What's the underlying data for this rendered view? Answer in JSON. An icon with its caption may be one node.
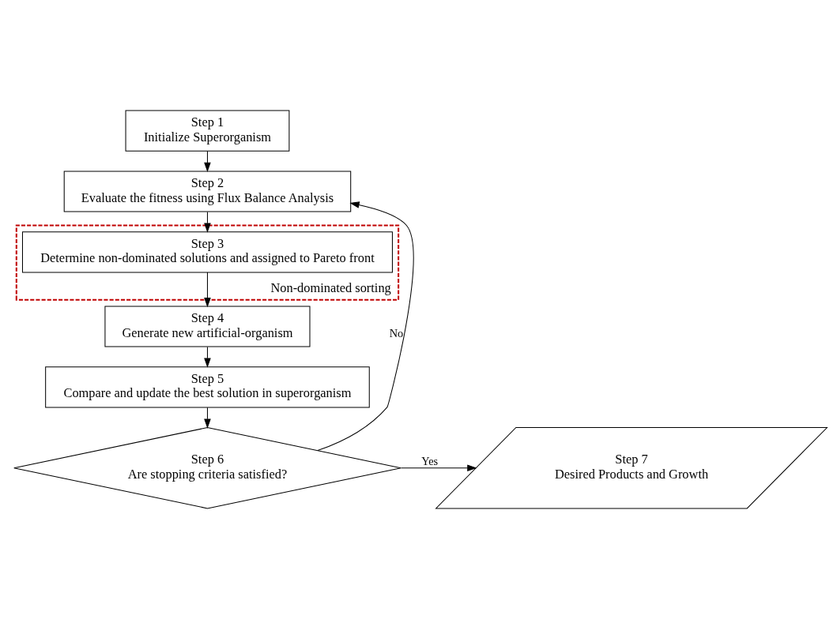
{
  "diagram": {
    "nodes": [
      {
        "text": [
          "Step 1",
          "Initialize Superorganism"
        ]
      },
      {
        "text": [
          "Step 2",
          "Evaluate the fitness using Flux Balance Analysis"
        ]
      },
      {
        "text": [
          "Non-dominated sorting"
        ]
      },
      {
        "text": [
          "Step 3",
          "Determine non-dominated solutions and assigned to Pareto front"
        ],
        "in": 2
      },
      {
        "text": [
          "Step 4",
          "Generate new artificial-organism"
        ]
      },
      {
        "text": [
          "Step 5",
          "Compare and update the best solution in superorganism"
        ]
      },
      {
        "text": [
          "Step 6",
          "Are stopping criteria satisfied?"
        ]
      },
      {
        "text": [
          "Step 7",
          "Desired Products and Growth"
        ]
      }
    ],
    "edges": [
      {
        "from": 0,
        "to": 1,
        "arrow": "to"
      },
      {
        "from": 1,
        "to": 3,
        "arrow": "to"
      },
      {
        "from": 3,
        "to": 4,
        "arrow": "to"
      },
      {
        "from": 4,
        "to": 5,
        "arrow": "to"
      },
      {
        "from": 5,
        "to": 6,
        "arrow": "to"
      },
      {
        "from": 6,
        "to": 7,
        "arrow": "to",
        "label": "Yes"
      },
      {
        "from": 6,
        "to": 1,
        "arrow": "to",
        "label": "No"
      }
    ]
  }
}
